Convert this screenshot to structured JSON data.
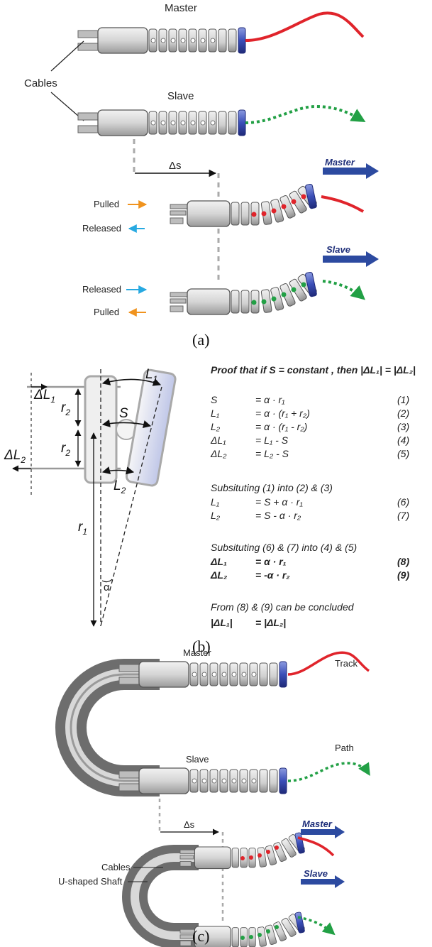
{
  "panel_a": {
    "master": "Master",
    "cables": "Cables",
    "slave": "Slave",
    "delta_s": "Δs",
    "master_arrow": "Master",
    "slave_arrow": "Slave",
    "pulled_1": "Pulled",
    "released_1": "Released",
    "released_2": "Released",
    "pulled_2": "Pulled",
    "caption": "(a)"
  },
  "panel_b": {
    "labels": {
      "L1": "L",
      "L1_sub": "1",
      "dL1": "ΔL",
      "dL1_sub": "1",
      "r2_top": "r",
      "r2_top_sub": "2",
      "S": "S",
      "r2_bot": "r",
      "r2_bot_sub": "2",
      "dL2": "ΔL",
      "dL2_sub": "2",
      "L2": "L",
      "L2_sub": "2",
      "r1": "r",
      "r1_sub": "1",
      "alpha": "α"
    },
    "proof_title": "Proof that if S = constant , then |ΔL₁| = |ΔL₂|",
    "equations": [
      {
        "lhs": "S",
        "rhs": "= α · r₁",
        "num": "(1)",
        "bold": false
      },
      {
        "lhs": "L₁",
        "rhs": "= α · (r₁ + r₂)",
        "num": "(2)",
        "bold": false
      },
      {
        "lhs": "L₂",
        "rhs": "= α · (r₁ - r₂)",
        "num": "(3)",
        "bold": false
      },
      {
        "lhs": "ΔL₁",
        "rhs": "= L₁ - S",
        "num": "(4)",
        "bold": false
      },
      {
        "lhs": "ΔL₂",
        "rhs": "= L₂ - S",
        "num": "(5)",
        "bold": false
      }
    ],
    "subst1_title": "Subsituting (1) into (2) & (3)",
    "equations2": [
      {
        "lhs": "L₁",
        "rhs": "= S + α · r₁",
        "num": "(6)",
        "bold": false
      },
      {
        "lhs": "L₂",
        "rhs": "= S - α · r₂",
        "num": "(7)",
        "bold": false
      }
    ],
    "subst2_title": "Subsituting (6) & (7) into (4) & (5)",
    "equations3": [
      {
        "lhs": "ΔL₁",
        "rhs": "= α · r₁",
        "num": "(8)",
        "bold": true
      },
      {
        "lhs": "ΔL₂",
        "rhs": "= -α · r₂",
        "num": "(9)",
        "bold": true
      }
    ],
    "conclusion_title": "From (8) & (9) can be concluded",
    "conclusion_lhs": "|ΔL₁|",
    "conclusion_rhs": "= |ΔL₂|",
    "caption": "(b)"
  },
  "panel_c": {
    "master": "Master",
    "track": "Track",
    "slave": "Slave",
    "path": "Path",
    "delta_s": "Δs",
    "master_arrow": "Master",
    "slave_arrow": "Slave",
    "cables": "Cables",
    "u_shaft": "U-shaped Shaft",
    "caption": "(c)"
  },
  "colors": {
    "track_red": "#e0242b",
    "path_green": "#22a045",
    "arrow_blue": "#2c4aa0",
    "tip_blue": "#3b4fb8",
    "pulled_orange": "#f0931e",
    "released_cyan": "#27a9e1"
  }
}
